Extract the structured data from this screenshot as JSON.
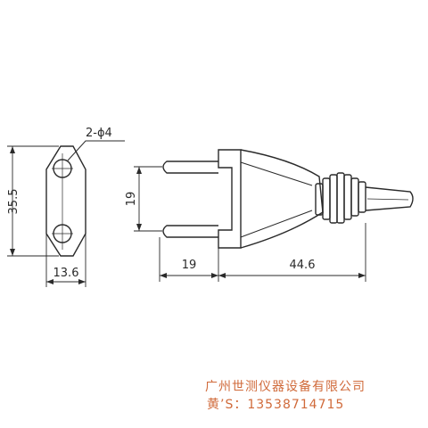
{
  "drawing": {
    "hole_note": "2-ϕ4",
    "dim_height": "35.5",
    "dim_width": "13.6",
    "dim_pin_gap": "19",
    "dim_pin_length": "19",
    "dim_body_length": "44.6"
  },
  "footer": {
    "company": "广州世测仪器设备有限公司",
    "contact": "黄’S：13538714715"
  },
  "colors": {
    "line": "#2a2a2a",
    "footer_text": "#d06a3a"
  }
}
